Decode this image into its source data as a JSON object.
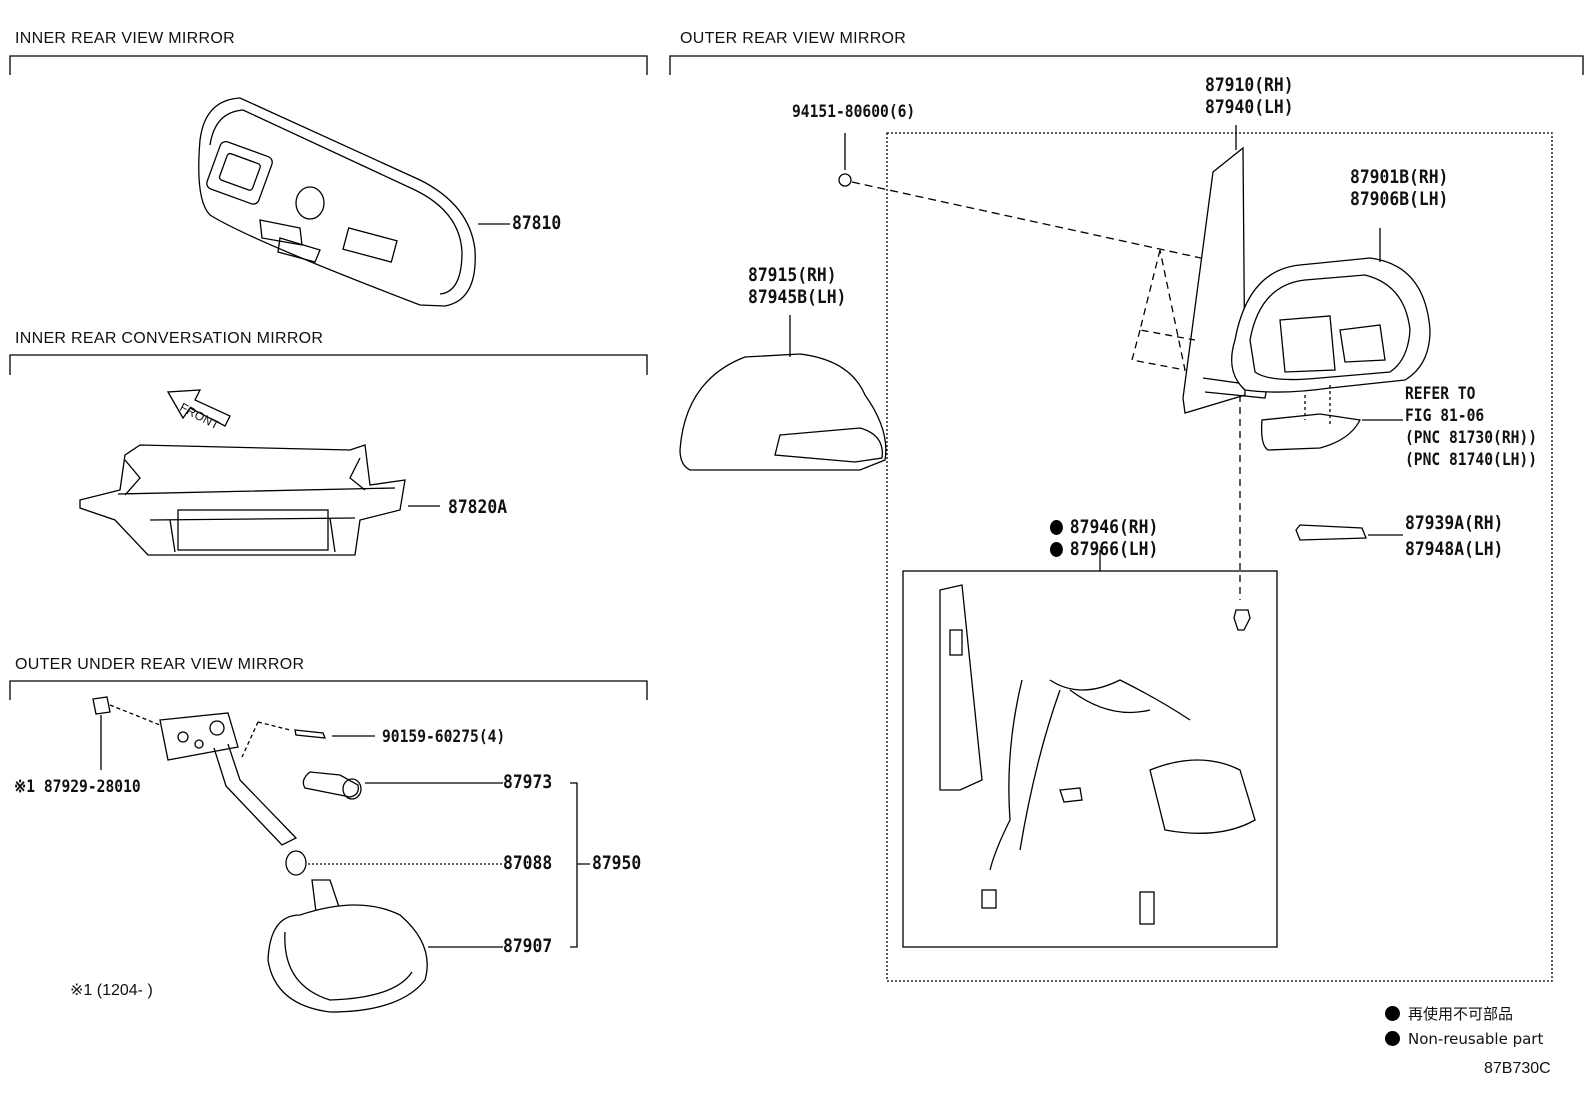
{
  "sections": {
    "inner_view": "INNER REAR VIEW MIRROR",
    "inner_conv": "INNER REAR CONVERSATION MIRROR",
    "outer_under": "OUTER UNDER REAR VIEW MIRROR",
    "outer_view": "OUTER REAR VIEW MIRROR"
  },
  "front_label": "FRONT",
  "parts": {
    "p87810": "87810",
    "p87820a": "87820A",
    "p87929": "※1 87929-28010",
    "p90159": "90159-60275(4)",
    "p87973": "87973",
    "p87088": "87088",
    "p87950": "87950",
    "p87907": "87907",
    "note1": "※1 (1204-     )",
    "p94151": "94151-80600(6)",
    "p87910": "87910(RH)",
    "p87940": "87940(LH)",
    "p87901b": "87901B(RH)",
    "p87906b": "87906B(LH)",
    "p87915": "87915(RH)",
    "p87945b": "87945B(LH)",
    "refer1": "REFER TO",
    "refer2": "FIG 81-06",
    "refer3": "(PNC 81730(RH))",
    "refer4": "(PNC 81740(LH))",
    "p87946": "87946(RH)",
    "p87966": "87966(LH)",
    "p87939a": "87939A(RH)",
    "p87948a": "87948A(LH)"
  },
  "legend": {
    "jp": "再使用不可部品",
    "en": "Non-reusable part"
  },
  "figure_code": "87B730C"
}
